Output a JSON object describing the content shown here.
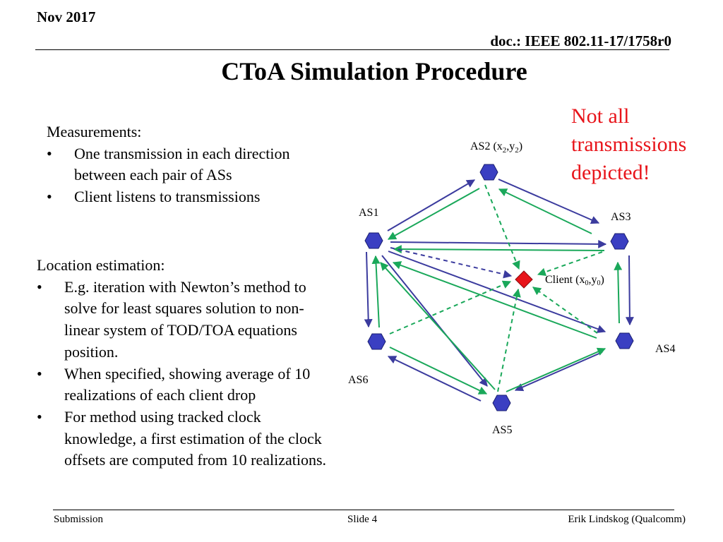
{
  "header": {
    "date": "Nov 2017",
    "doc": "doc.: IEEE 802.11-17/1758r0"
  },
  "title": "CToA Simulation Procedure",
  "note": [
    "Not all",
    "transmissions",
    "depicted!"
  ],
  "measurements": {
    "heading": "Measurements:",
    "bullets": [
      "One transmission in each direction between each pair of ASs",
      "Client listens to transmissions"
    ]
  },
  "location": {
    "heading": "Location estimation:",
    "bullets": [
      "E.g. iteration with Newton’s method to solve for least squares solution to non-linear system of TOD/TOA equations position.",
      "When specified, showing average of 10 realizations of each client drop",
      "For method using tracked clock knowledge, a first estimation of the clock offsets are computed from 10 realizations."
    ]
  },
  "diagram": {
    "labels": {
      "as1": "AS1",
      "as2": "AS2 (x",
      "as2_sub1": "2",
      "as2_mid": ",y",
      "as2_sub2": "2",
      "as2_end": ")",
      "as3": "AS3",
      "as4": "AS4",
      "as5": "AS5",
      "as6": "AS6",
      "client": "Client (x",
      "client_sub1": "0",
      "client_mid": ",y",
      "client_sub2": "0",
      "client_end": ")"
    },
    "colors": {
      "node": "#3a3fc2",
      "client": "#e8141a",
      "blue_arrow": "#3b3b9e",
      "green_arrow": "#1aa85a",
      "note": "#e8141a"
    }
  },
  "footer": {
    "left": "Submission",
    "center": "Slide 4",
    "right": "Erik Lindskog (Qualcomm)"
  }
}
